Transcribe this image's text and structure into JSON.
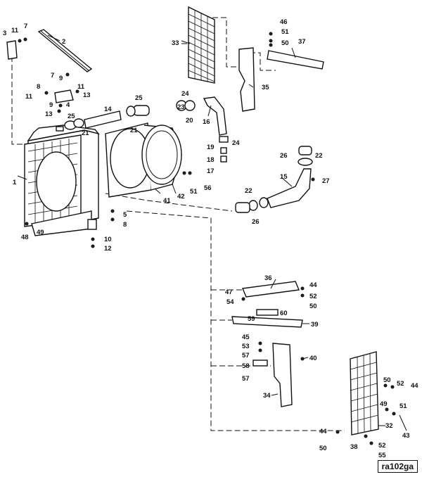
{
  "figure_ref": "ra102ga",
  "callouts": [
    {
      "id": "c3",
      "text": "3"
    },
    {
      "id": "c11a",
      "text": "11"
    },
    {
      "id": "c7a",
      "text": "7"
    },
    {
      "id": "c2",
      "text": "2"
    },
    {
      "id": "c7b",
      "text": "7"
    },
    {
      "id": "c9a",
      "text": "9"
    },
    {
      "id": "c8",
      "text": "8"
    },
    {
      "id": "c11b",
      "text": "11"
    },
    {
      "id": "c11c",
      "text": "11"
    },
    {
      "id": "c13a",
      "text": "13"
    },
    {
      "id": "c9b",
      "text": "9"
    },
    {
      "id": "c4",
      "text": "4"
    },
    {
      "id": "c13b",
      "text": "13"
    },
    {
      "id": "c14",
      "text": "14"
    },
    {
      "id": "c25a",
      "text": "25"
    },
    {
      "id": "c25b",
      "text": "25"
    },
    {
      "id": "c21a",
      "text": "21"
    },
    {
      "id": "c21b",
      "text": "21"
    },
    {
      "id": "c24a",
      "text": "24"
    },
    {
      "id": "c23",
      "text": "23"
    },
    {
      "id": "c20",
      "text": "20"
    },
    {
      "id": "c16",
      "text": "16"
    },
    {
      "id": "c19",
      "text": "19"
    },
    {
      "id": "c24b",
      "text": "24"
    },
    {
      "id": "c18",
      "text": "18"
    },
    {
      "id": "c17",
      "text": "17"
    },
    {
      "id": "c33",
      "text": "33"
    },
    {
      "id": "c46",
      "text": "46"
    },
    {
      "id": "c51a",
      "text": "51"
    },
    {
      "id": "c50a",
      "text": "50"
    },
    {
      "id": "c37",
      "text": "37"
    },
    {
      "id": "c35",
      "text": "35"
    },
    {
      "id": "c1",
      "text": "1"
    },
    {
      "id": "c41",
      "text": "41"
    },
    {
      "id": "c42",
      "text": "42"
    },
    {
      "id": "c51b",
      "text": "51"
    },
    {
      "id": "c56",
      "text": "56"
    },
    {
      "id": "c5",
      "text": "5"
    },
    {
      "id": "c8b",
      "text": "8"
    },
    {
      "id": "c48a",
      "text": "48"
    },
    {
      "id": "c49a",
      "text": "49"
    },
    {
      "id": "c10",
      "text": "10"
    },
    {
      "id": "c12",
      "text": "12"
    },
    {
      "id": "c26a",
      "text": "26"
    },
    {
      "id": "c22a",
      "text": "22"
    },
    {
      "id": "c15",
      "text": "15"
    },
    {
      "id": "c27",
      "text": "27"
    },
    {
      "id": "c22b",
      "text": "22"
    },
    {
      "id": "c26b",
      "text": "26"
    },
    {
      "id": "c36",
      "text": "36"
    },
    {
      "id": "c44a",
      "text": "44"
    },
    {
      "id": "c47",
      "text": "47"
    },
    {
      "id": "c52a",
      "text": "52"
    },
    {
      "id": "c54",
      "text": "54"
    },
    {
      "id": "c50b",
      "text": "50"
    },
    {
      "id": "c60",
      "text": "60"
    },
    {
      "id": "c59",
      "text": "59"
    },
    {
      "id": "c39",
      "text": "39"
    },
    {
      "id": "c45",
      "text": "45"
    },
    {
      "id": "c53",
      "text": "53"
    },
    {
      "id": "c57a",
      "text": "57"
    },
    {
      "id": "c40",
      "text": "40"
    },
    {
      "id": "c58",
      "text": "58"
    },
    {
      "id": "c57b",
      "text": "57"
    },
    {
      "id": "c50c",
      "text": "50"
    },
    {
      "id": "c52b",
      "text": "52"
    },
    {
      "id": "c44b",
      "text": "44"
    },
    {
      "id": "c34",
      "text": "34"
    },
    {
      "id": "c49b",
      "text": "49"
    },
    {
      "id": "c51c",
      "text": "51"
    },
    {
      "id": "c32",
      "text": "32"
    },
    {
      "id": "c43",
      "text": "43"
    },
    {
      "id": "c44c",
      "text": "44"
    },
    {
      "id": "c50d",
      "text": "50"
    },
    {
      "id": "c38",
      "text": "38"
    },
    {
      "id": "c52c",
      "text": "52"
    },
    {
      "id": "c55",
      "text": "55"
    }
  ]
}
